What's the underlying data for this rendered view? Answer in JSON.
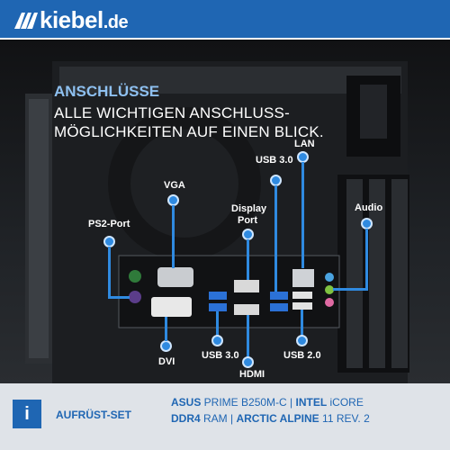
{
  "header": {
    "logo_text": "kiebel",
    "logo_tld": ".de",
    "bg_color": "#1f66b3"
  },
  "overlay": {
    "heading": "ANSCHLÜSSE",
    "subheading_line1": "ALLE WICHTIGEN ANSCHLUSS-",
    "subheading_line2": "MÖGLICHKEITEN AUF EINEN BLICK."
  },
  "ports": {
    "lan": "LAN",
    "usb30_top": "USB 3.0",
    "vga": "VGA",
    "displayport_line1": "Display",
    "displayport_line2": "Port",
    "audio": "Audio",
    "ps2": "PS2-Port",
    "dvi": "DVI",
    "usb30_bottom": "USB 3.0",
    "hdmi": "HDMI",
    "usb20": "USB 2.0"
  },
  "footer": {
    "icon": "info-icon",
    "title": "AUFRÜST-SET",
    "spec_line1_a": "ASUS",
    "spec_line1_b": " PRIME B250M-C | ",
    "spec_line1_c": "INTEL",
    "spec_line1_d": " iCORE",
    "spec_line2_a": "DDR4",
    "spec_line2_b": " RAM | ",
    "spec_line2_c": "ARCTIC ALPINE",
    "spec_line2_d": " 11 REV. 2"
  },
  "colors": {
    "accent": "#2f8ae0",
    "heading": "#8ec0f0",
    "footer_bg": "#dfe3e8"
  }
}
